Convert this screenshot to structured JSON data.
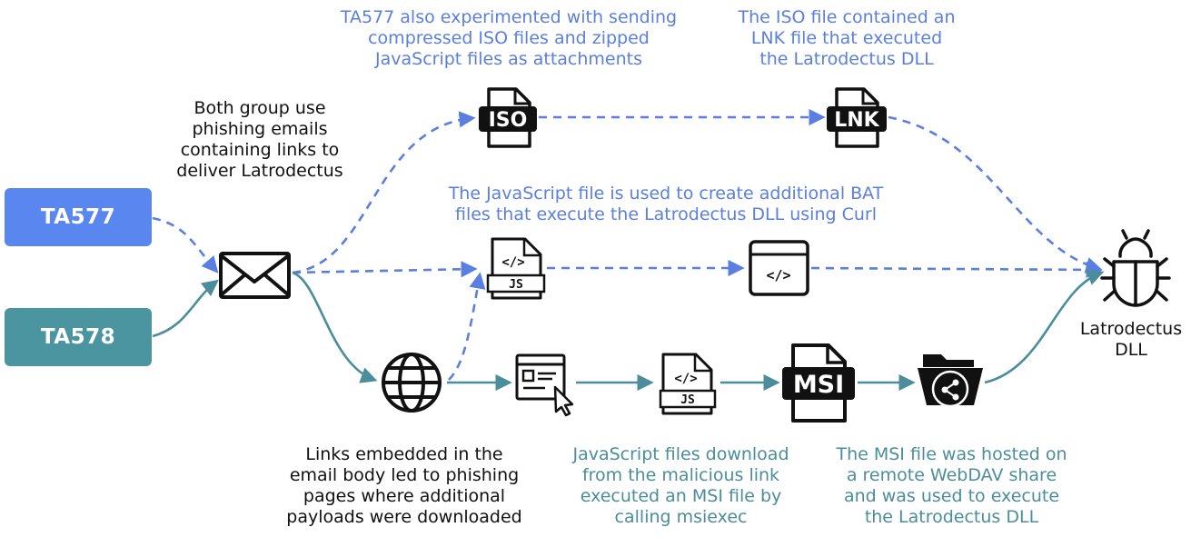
{
  "colors": {
    "ta577": "#5a86f0",
    "ta578": "#4a959f",
    "blue_flow": "#5a7fe0",
    "teal_flow": "#4b8d9b",
    "icon": "#111111"
  },
  "actors": {
    "ta577": "TA577",
    "ta578": "TA578"
  },
  "icons": {
    "iso_text": "ISO",
    "lnk_text": "LNK",
    "js_text": "JS",
    "js2_text": "JS",
    "msi_text": "MSI",
    "code_tag": "</>",
    "browser_code": "</>"
  },
  "labels": {
    "email_note": [
      "Both group use",
      "phishing emails",
      "containing links to",
      "deliver Latrodectus"
    ],
    "iso_note": [
      "TA577 also experimented with sending",
      "compressed ISO files and zipped",
      "JavaScript files as attachments"
    ],
    "lnk_note": [
      "The ISO file contained an",
      "LNK file that executed",
      "the Latrodectus DLL"
    ],
    "js_note": [
      "The JavaScript file is used to create additional BAT",
      "files that execute the Latrodectus DLL using Curl"
    ],
    "links_note": [
      "Links embedded in the",
      "email body led to phishing",
      "pages where additional",
      "payloads were downloaded"
    ],
    "jsdl_note": [
      "JavaScript files download",
      "from the malicious link",
      "executed an MSI file by",
      "calling msiexec"
    ],
    "msi_note": [
      "The MSI file was hosted on",
      "a remote WebDAV share",
      "and was used to execute",
      "the Latrodectus DLL"
    ],
    "target": [
      "Latrodectus",
      "DLL"
    ]
  },
  "icon_names": [
    "envelope-icon",
    "iso-file-icon",
    "lnk-file-icon",
    "js-file-icon",
    "browser-code-icon",
    "globe-icon",
    "webpage-cursor-icon",
    "js-file-icon",
    "msi-file-icon",
    "shared-folder-icon",
    "bug-icon"
  ]
}
